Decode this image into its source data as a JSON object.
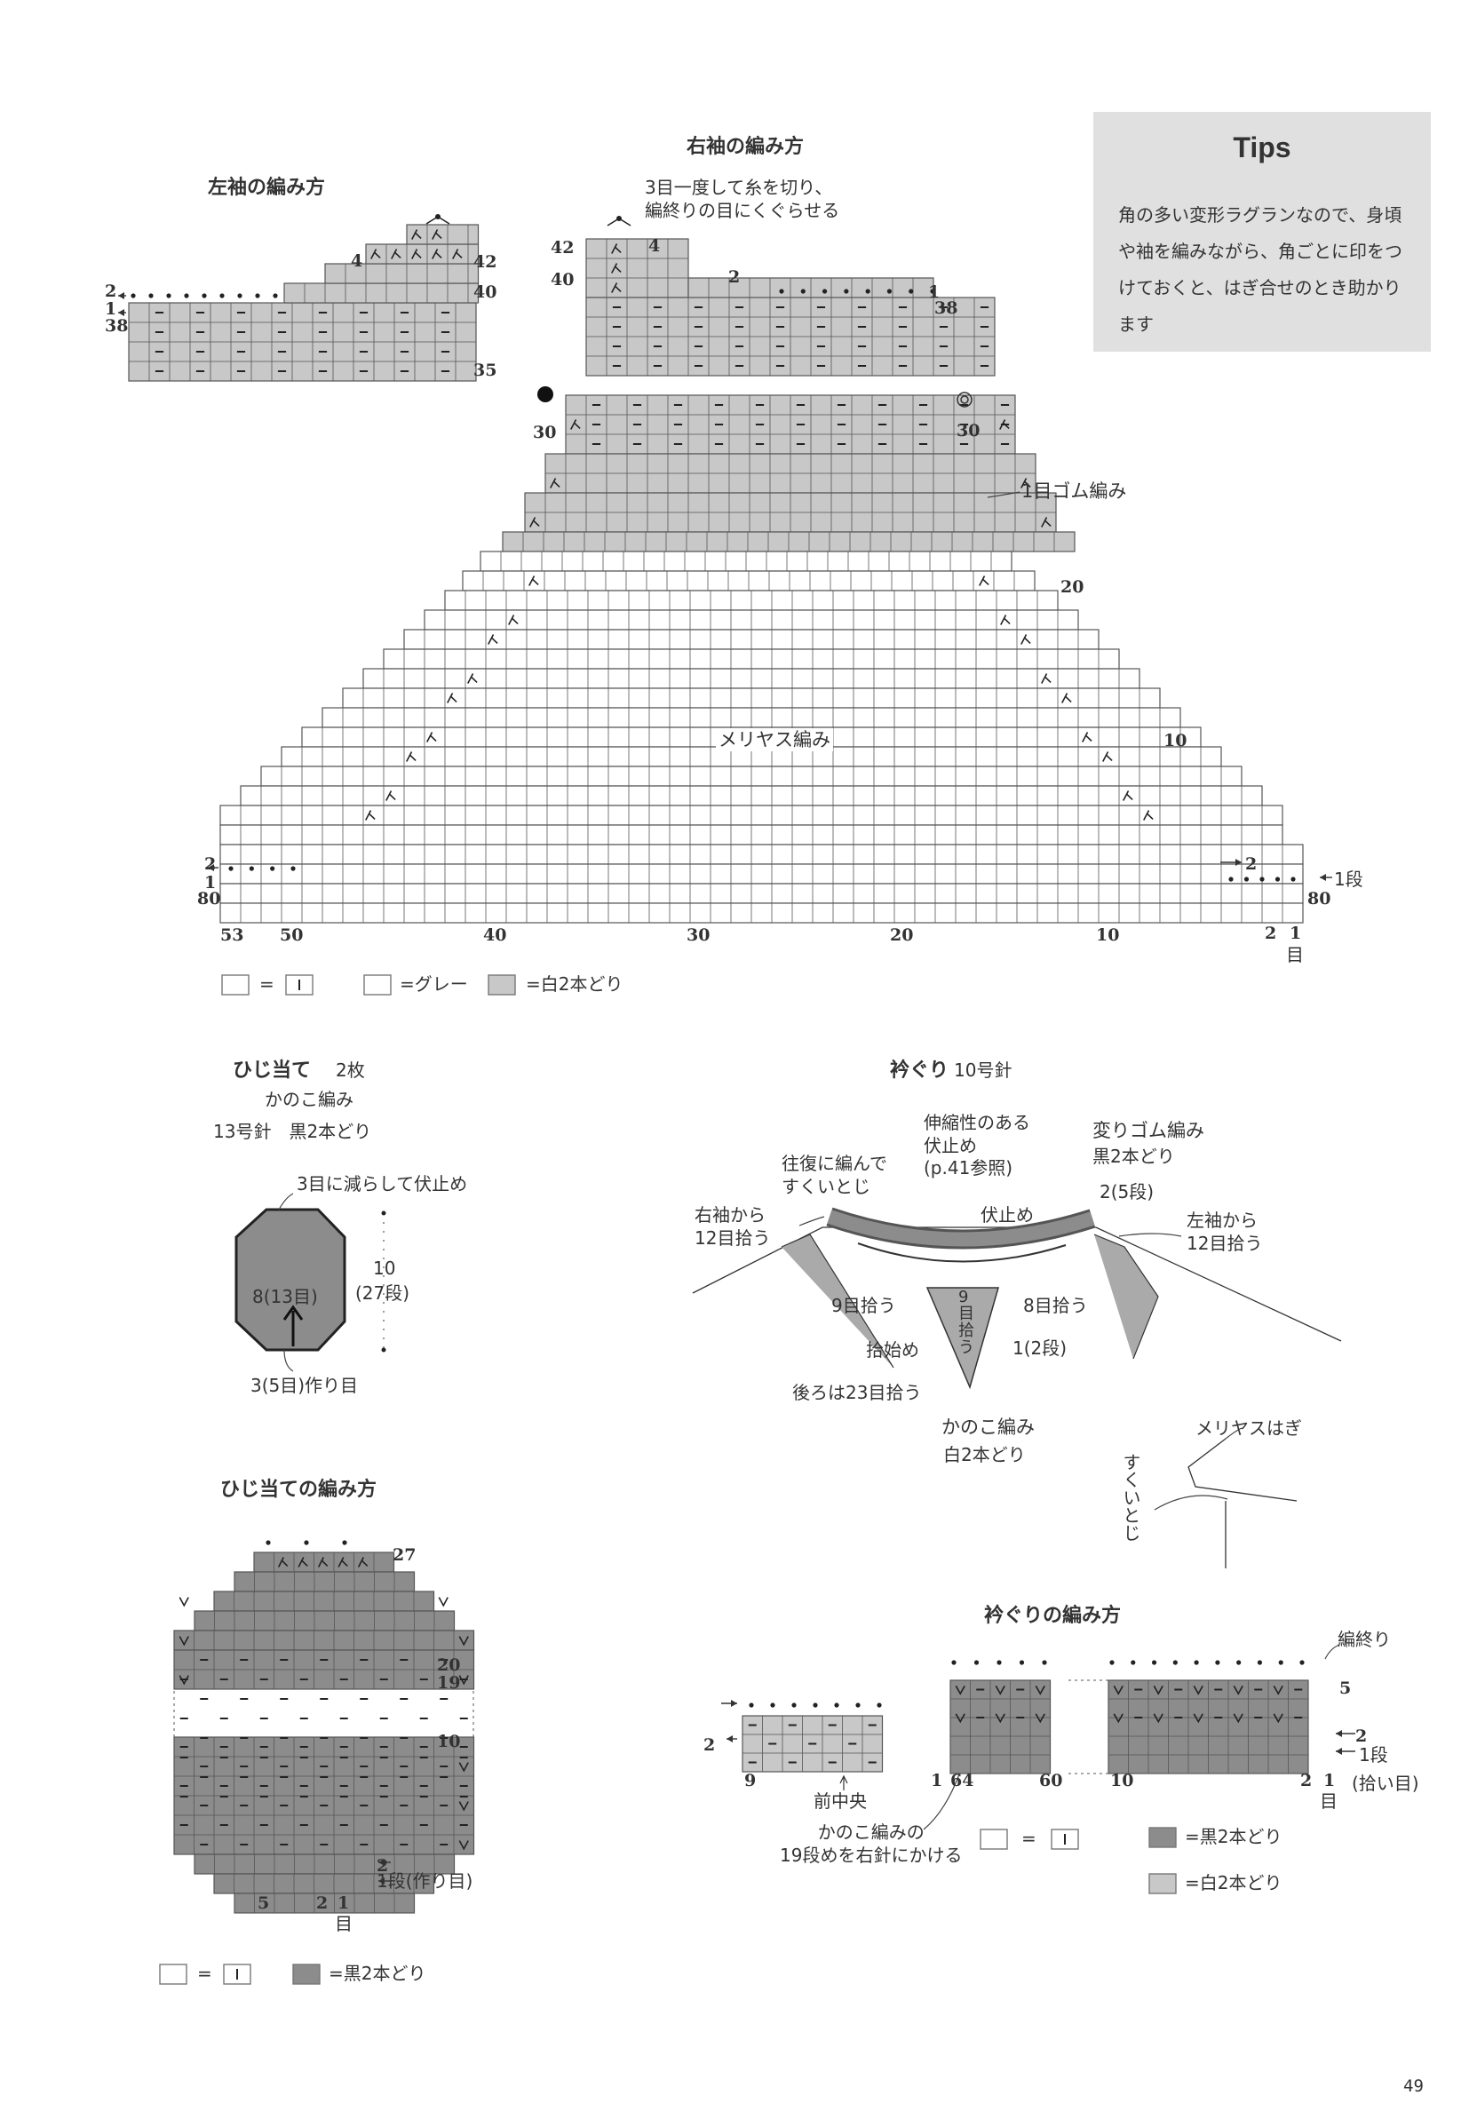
{
  "tips": {
    "heading": "Tips",
    "text": "角の多い変形ラグランなので、身頃や袖を編みながら、角ごとに印をつけておくと、はぎ合せのとき助かります"
  },
  "left_sleeve": {
    "title": "左袖の編み方",
    "row_labels": [
      "42",
      "40",
      "38",
      "35"
    ],
    "arrow_labels": [
      "2",
      "1"
    ],
    "dec_labels": [
      "4"
    ]
  },
  "right_sleeve": {
    "title": "右袖の編み方",
    "note": "3目一度して糸を切り、\n編終りの目にくぐらせる",
    "labels": {
      "r42": "42",
      "r40": "40",
      "r38": "38",
      "r30l": "30",
      "r30r": "30",
      "r20": "20",
      "r10": "10",
      "r2l": "2",
      "r1l": "1",
      "r80l": "80",
      "r80r": "80",
      "r2r": "2",
      "r1r": "1段",
      "top4": "4",
      "top2": "2",
      "top1": "1"
    },
    "rib_label": "1目ゴム編み",
    "stockinette_label": "メリヤス編み",
    "x_ticks": [
      "53",
      "50",
      "40",
      "30",
      "20",
      "10",
      "2",
      "1"
    ],
    "x_unit": "目"
  },
  "legend1": {
    "eq": "=",
    "grey": "=グレー",
    "white2": "=白2本どり"
  },
  "elbow": {
    "title": "ひじ当て",
    "count": "2枚",
    "stitch": "かのこ編み",
    "needle": "13号針　黒2本どり",
    "bind_off": "3目に減らして伏止め",
    "center": "8(13目)",
    "height_a": "10",
    "height_b": "(27段)",
    "cast_on": "3(5目)作り目"
  },
  "elbow_chart": {
    "title": "ひじ当ての編み方",
    "labels": {
      "r27": "27",
      "r20": "20",
      "r19": "19",
      "r10": "10",
      "r2": "2",
      "r1": "1段(作り目)",
      "c5": "5",
      "c2": "2",
      "c1": "1",
      "unit": "目"
    }
  },
  "legend3": {
    "eq": "=",
    "black2": "=黒2本どり"
  },
  "neck": {
    "title": "衿ぐり",
    "needle": "10号針",
    "labels": {
      "stretchy": "伸縮性のある\n伏止め\n(p.41参照)",
      "back_forth": "往復に編んで\nすくいとじ",
      "rib": "変りゴム編み",
      "rib2": "黒2本どり",
      "r2": "2(5段)",
      "r_sleeve": "右袖から\n12目拾う",
      "l_sleeve": "左袖から\n12目拾う",
      "bind": "伏止め",
      "p9": "9目拾う",
      "p8": "8目拾う",
      "c9": "9\n目\n拾\nう",
      "r1": "1(2段)",
      "start": "拾始め",
      "back": "後ろは23目拾う",
      "kanoko": "かのこ編み",
      "kanoko2": "白2本どり",
      "meriyas": "メリヤスはぎ",
      "sukui": "すくいとじ"
    }
  },
  "neck_chart": {
    "title": "衿ぐりの編み方",
    "end": "編終り",
    "labels": {
      "r5": "5",
      "r2r": "2",
      "r1r": "1段",
      "pick": "(拾い目)",
      "r2l": "2",
      "c9": "9",
      "c1a": "1",
      "c64": "64",
      "c60": "60",
      "c10": "10",
      "c2": "2",
      "c1": "1",
      "unit": "目"
    },
    "front_center": "前中央",
    "note": "かのこ編みの\n19段めを右針にかける"
  },
  "legend4": {
    "eq": "=",
    "black2": "=黒2本どり",
    "white2": "=白2本どり"
  },
  "page_number": "49",
  "colors": {
    "dark": "#8c8c8c",
    "light": "#c8c8c8",
    "tips_bg": "#e0e0e0"
  }
}
